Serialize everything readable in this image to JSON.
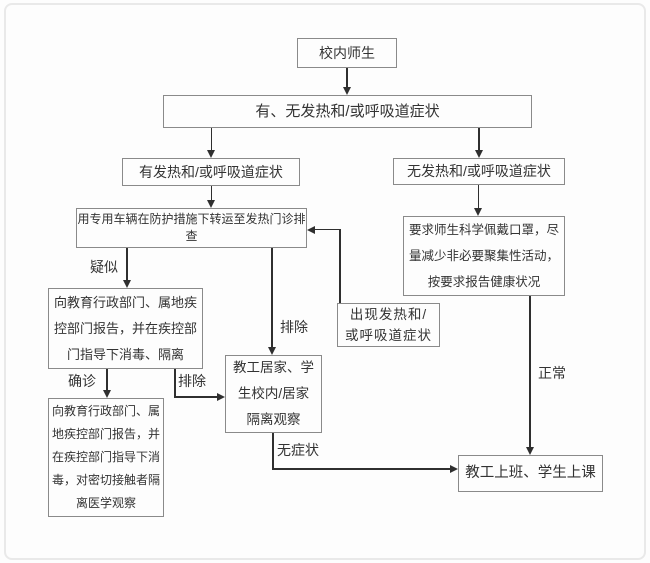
{
  "flowchart": {
    "nodes": {
      "campus": {
        "label": "校内师生"
      },
      "screen": {
        "label": "有、无发热和/或呼吸道症状"
      },
      "has_symptom": {
        "label": "有发热和/或呼吸道症状"
      },
      "no_symptom": {
        "label": "无发热和/或呼吸道症状"
      },
      "transfer": {
        "label": "用专用车辆在防护措施下转运至发热门诊排查"
      },
      "report_suspected": {
        "label": "向教育行政部门、属地疾\n控部门报告，并在疾控部\n门指导下消毒、隔离"
      },
      "report_confirmed": {
        "label": "向教育行政部门、属\n地疾控部门报告，并\n在疾控部门指导下消\n毒，对密切接触者隔\n离医学观察"
      },
      "quarantine": {
        "label": "教工居家、学\n生校内/居家\n隔离观察"
      },
      "mask": {
        "label": "要求师生科学佩戴口罩，尽\n量减少非必要聚集性活动，\n按要求报告健康状况"
      },
      "fever_onset": {
        "label": "出现发热和/\n或呼吸道症状"
      },
      "work": {
        "label": "教工上班、学生上课"
      }
    },
    "edge_labels": {
      "suspected": "疑似",
      "excluded_center": "排除",
      "confirmed": "确诊",
      "excluded_left": "排除",
      "asymptomatic": "无症状",
      "normal": "正常"
    },
    "colors": {
      "background": "#fdfdfd",
      "frame_border": "#e9e9e9",
      "box_border": "#8a8a8a",
      "connector_line": "#2f2f2f",
      "text": "#333333"
    }
  }
}
